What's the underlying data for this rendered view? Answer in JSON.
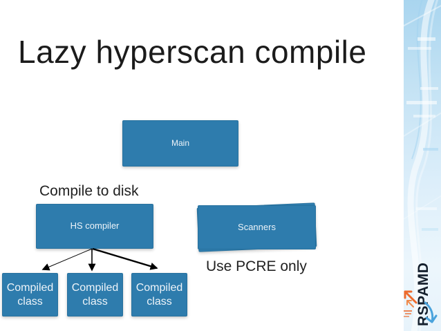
{
  "slide": {
    "title": "Lazy hyperscan compile",
    "labels": {
      "compile_to_disk": "Compile to disk",
      "use_pcre_only": "Use PCRE only"
    },
    "boxes": {
      "main": "Main",
      "hs_compiler": "HS compiler",
      "scanners": "Scanners",
      "compiled_1": "Compiled class",
      "compiled_2": "Compiled class",
      "compiled_3": "Compiled class"
    },
    "logo": {
      "text": "RSPAMD"
    },
    "colors": {
      "node_fill": "#2e7cad",
      "node_border": "#27719e",
      "node_text": "#eef4f9",
      "title_text": "#1b1b1b",
      "arrow": "#000000",
      "band_blue": "#a9d5ef",
      "logo_orange": "#ee6b2d",
      "logo_blue": "#4aa3dc",
      "logo_text": "#15202d"
    }
  }
}
